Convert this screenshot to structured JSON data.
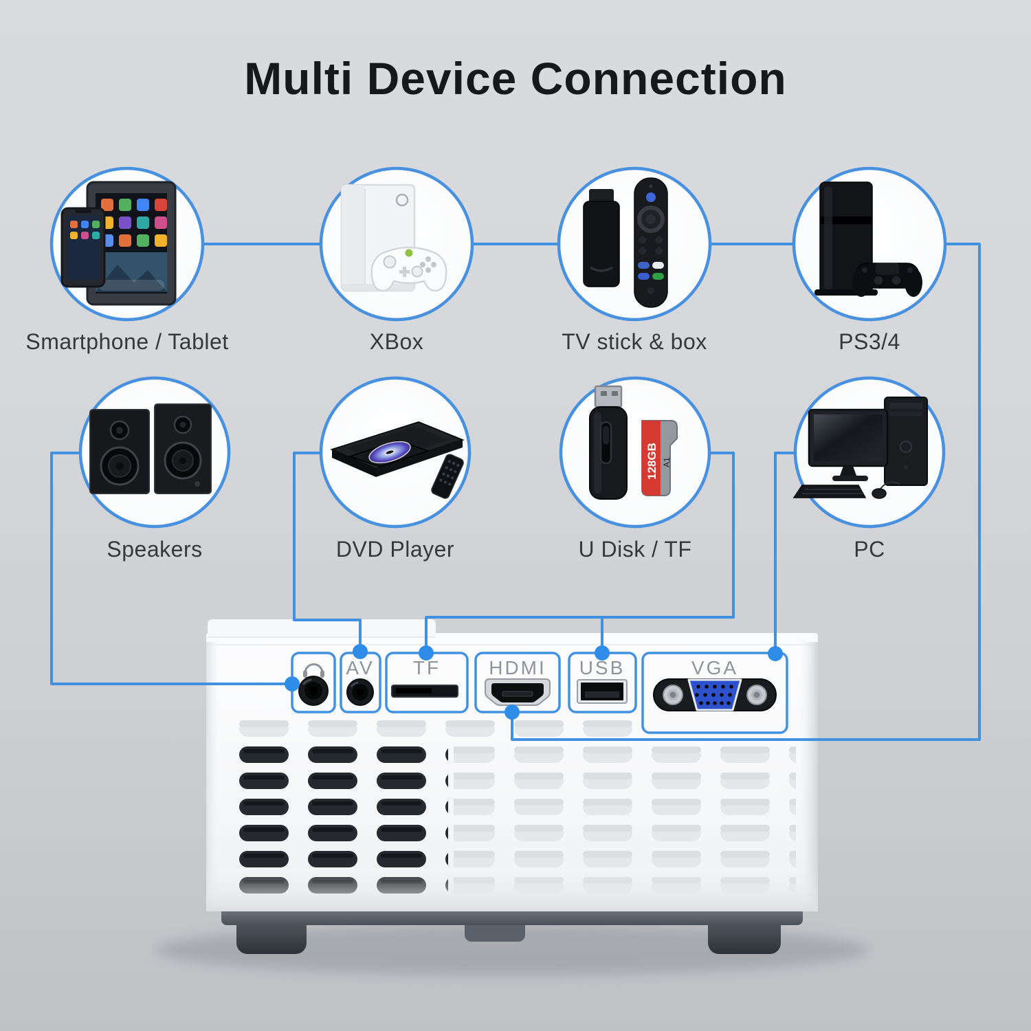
{
  "title": "Multi Device Connection",
  "rows": {
    "top": [
      {
        "label": "Smartphone / Tablet",
        "connects_to_port": "HDMI"
      },
      {
        "label": "XBox",
        "connects_to_port": "HDMI"
      },
      {
        "label": "TV stick & box",
        "connects_to_port": "HDMI"
      },
      {
        "label": "PS3/4",
        "connects_to_port": "HDMI"
      }
    ],
    "bottom": [
      {
        "label": "Speakers",
        "connects_to_port": "headphone"
      },
      {
        "label": "DVD Player",
        "connects_to_port": "AV"
      },
      {
        "label": "U Disk / TF",
        "connects_to_port": "TF / USB"
      },
      {
        "label": "PC",
        "connects_to_port": "VGA"
      }
    ]
  },
  "ports": {
    "headphone": {
      "icon": "headphone-icon"
    },
    "av": {
      "label": "AV"
    },
    "tf": {
      "label": "TF"
    },
    "hdmi": {
      "label": "HDMI"
    },
    "usb": {
      "label": "USB"
    },
    "vga": {
      "label": "VGA"
    }
  },
  "sd_card": {
    "capacity": "128GB",
    "grade": "A1"
  },
  "colors": {
    "accent": "#4191e2",
    "dot": "#2f8ce9",
    "background": "#d4d6da"
  }
}
